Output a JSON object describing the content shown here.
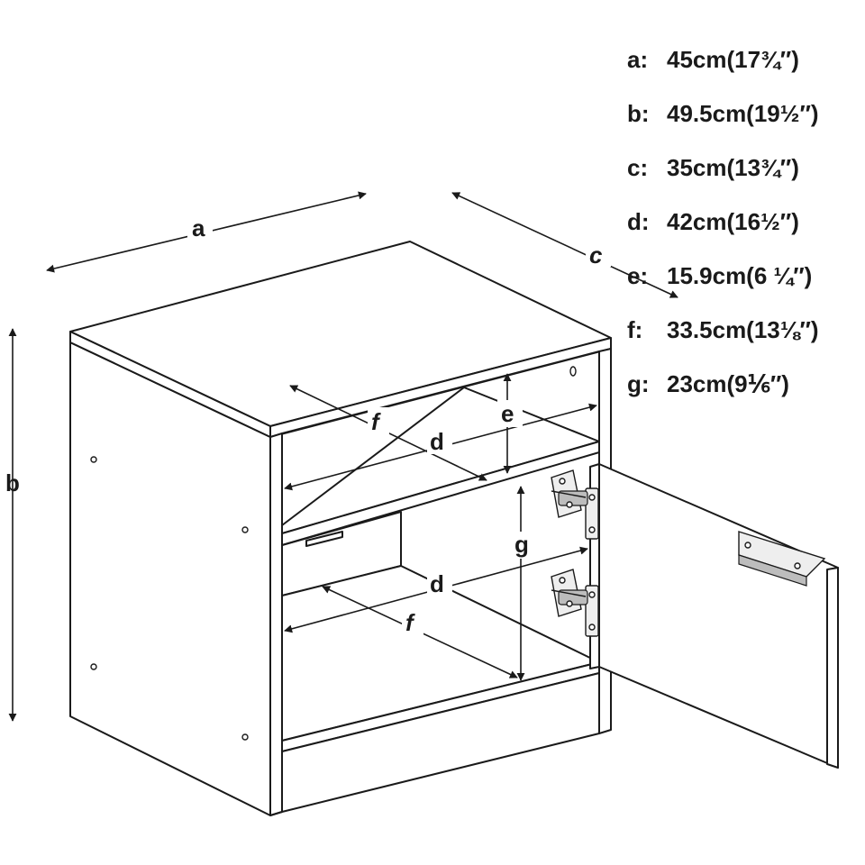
{
  "figure": "cabinet-dimensions-diagram",
  "dimension_labels": {
    "a": "a",
    "b": "b",
    "c": "c",
    "d_upper": "d",
    "d_lower": "d",
    "e": "e",
    "f_upper": "f",
    "f_lower": "f",
    "g": "g"
  },
  "legend": [
    {
      "key": "a:",
      "value": "45cm(17¾″)"
    },
    {
      "key": "b:",
      "value": "49.5cm(19½″)"
    },
    {
      "key": "c:",
      "value": "35cm(13¾″)"
    },
    {
      "key": "d:",
      "value": "42cm(16½″)"
    },
    {
      "key": "e:",
      "value": "15.9cm(6 ¼″)"
    },
    {
      "key": "f:",
      "value": "33.5cm(13⅛″)"
    },
    {
      "key": "g:",
      "value": "23cm(9⅙″)"
    }
  ]
}
